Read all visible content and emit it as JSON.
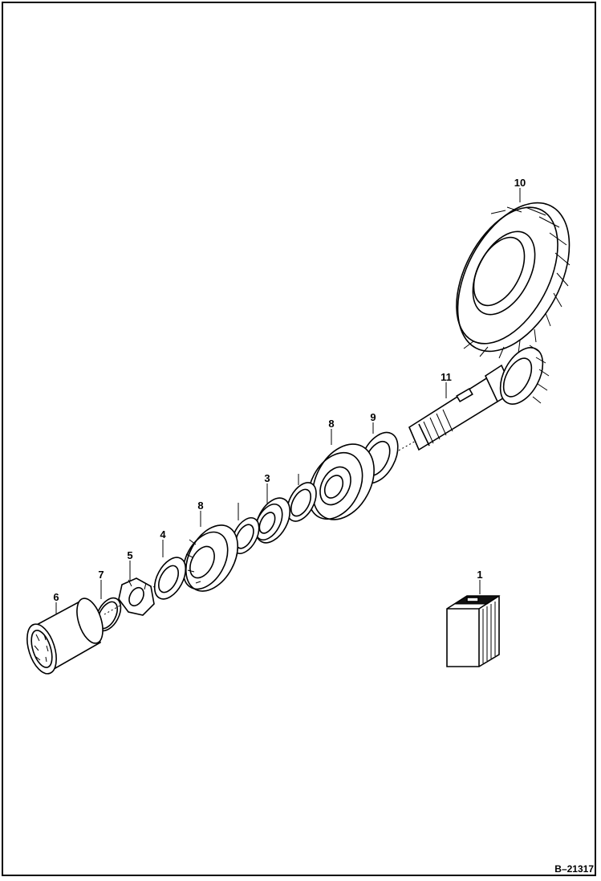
{
  "diagram": {
    "reference_code": "B–21317",
    "callouts": [
      {
        "id": "1",
        "text": "1"
      },
      {
        "id": "3",
        "text": "3"
      },
      {
        "id": "4",
        "text": "4"
      },
      {
        "id": "5",
        "text": "5"
      },
      {
        "id": "6",
        "text": "6"
      },
      {
        "id": "7",
        "text": "7"
      },
      {
        "id": "8",
        "text": "8"
      },
      {
        "id": "8b",
        "text": "8"
      },
      {
        "id": "9",
        "text": "9"
      },
      {
        "id": "10",
        "text": "10"
      },
      {
        "id": "11",
        "text": "11"
      }
    ]
  }
}
